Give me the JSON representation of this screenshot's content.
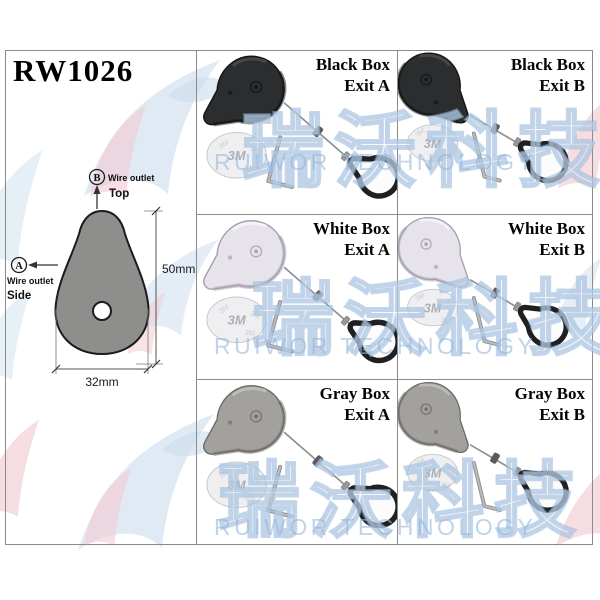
{
  "model": "RW1026",
  "diagram": {
    "outlet_b_id": "B",
    "outlet_b_label": "Wire outlet",
    "outlet_b_dir": "Top",
    "outlet_a_id": "A",
    "outlet_a_label": "Wire outlet",
    "outlet_a_dir": "Side",
    "dim_height": "50mm",
    "dim_width": "32mm",
    "body_color": "#8e8e8c",
    "outline_color": "#1c1c1c"
  },
  "watermark": {
    "cn": "瑞沃科技",
    "en": "RUIWOR TECHNOLOGY",
    "shape_blue": "#cdddee",
    "shape_pink": "#f3ccd4",
    "shape_red": "#eebcc6"
  },
  "disc_label": "3M",
  "hardware": {
    "wire": "#8f8f8f",
    "key_light": "#bdbdbf",
    "key_dark": "#8f8f91",
    "loop": "#1e2021",
    "loop_inner": "#fcfcfd",
    "crimp": "#5b5b5d",
    "ferrule": "#98989a",
    "disc_fill": "#ededef",
    "disc_stroke": "#c9c9cc",
    "disc_text": "#a9b0b8"
  },
  "frame_border": "#8b8b8b",
  "cells": [
    {
      "line1": "Black Box",
      "line2": "Exit A",
      "variant": "A",
      "colors": {
        "body": "#2b2d2f",
        "edge": "#121314",
        "face": "#4a4d50"
      }
    },
    {
      "line1": "Black Box",
      "line2": "Exit B",
      "variant": "B",
      "colors": {
        "body": "#2b2d2f",
        "edge": "#121314",
        "face": "#4a4d50"
      }
    },
    {
      "line1": "White Box",
      "line2": "Exit A",
      "variant": "A",
      "colors": {
        "body": "#e6e3ea",
        "edge": "#a29eae",
        "face": "#f6f4f8"
      }
    },
    {
      "line1": "White Box",
      "line2": "Exit B",
      "variant": "B",
      "colors": {
        "body": "#e6e3ea",
        "edge": "#a29eae",
        "face": "#f6f4f8"
      }
    },
    {
      "line1": "Gray Box",
      "line2": "Exit A",
      "variant": "A",
      "colors": {
        "body": "#a2a19d",
        "edge": "#6b6a66",
        "face": "#c2c1bd"
      }
    },
    {
      "line1": "Gray Box",
      "line2": "Exit B",
      "variant": "B",
      "colors": {
        "body": "#a2a19d",
        "edge": "#6b6a66",
        "face": "#c2c1bd"
      }
    }
  ]
}
